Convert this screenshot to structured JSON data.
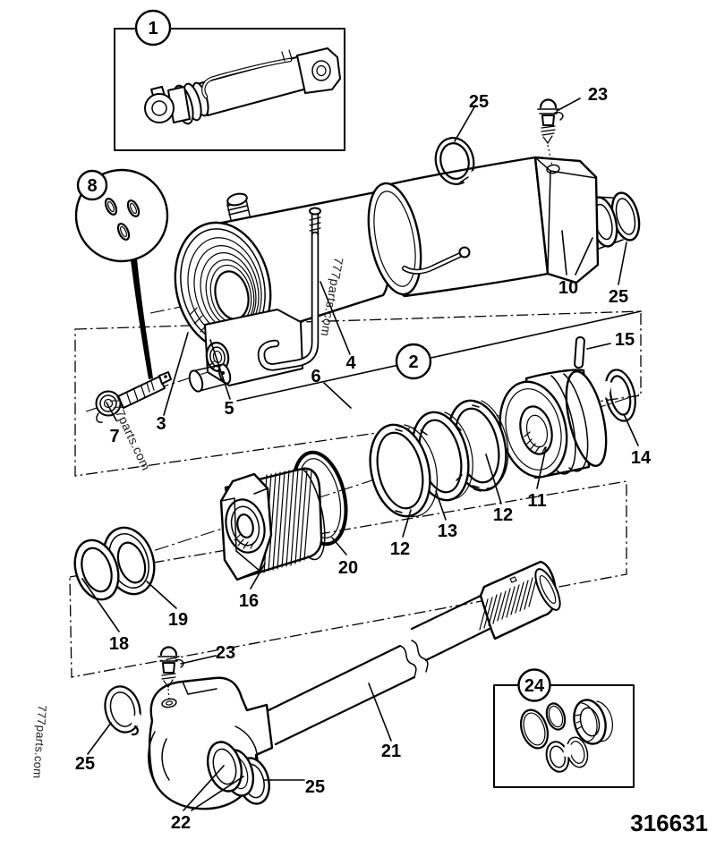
{
  "figure": {
    "part_number": "316631",
    "watermark": "777parts.com",
    "callouts": {
      "n1": "1",
      "n2": "2",
      "n3": "3",
      "n4": "4",
      "n5": "5",
      "n6": "6",
      "n7": "7",
      "n8": "8",
      "n10": "10",
      "n11": "11",
      "n12": "12",
      "n13": "13",
      "n14": "14",
      "n15": "15",
      "n16": "16",
      "n18": "18",
      "n19": "19",
      "n20": "20",
      "n21": "21",
      "n22": "22",
      "n23": "23",
      "n24": "24",
      "n25": "25"
    }
  }
}
